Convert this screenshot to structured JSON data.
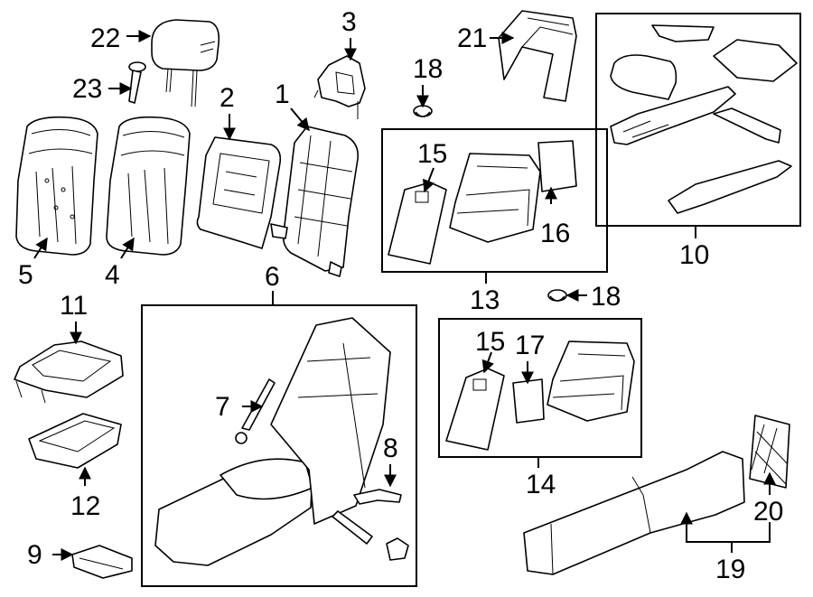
{
  "callouts": {
    "c1": "1",
    "c2": "2",
    "c3": "3",
    "c4": "4",
    "c5": "5",
    "c6": "6",
    "c7": "7",
    "c8": "8",
    "c9": "9",
    "c10": "10",
    "c11": "11",
    "c12": "12",
    "c13": "13",
    "c14": "14",
    "c15a": "15",
    "c15b": "15",
    "c16": "16",
    "c17": "17",
    "c18a": "18",
    "c18b": "18",
    "c19": "19",
    "c20": "20",
    "c21": "21",
    "c22": "22",
    "c23": "23"
  }
}
